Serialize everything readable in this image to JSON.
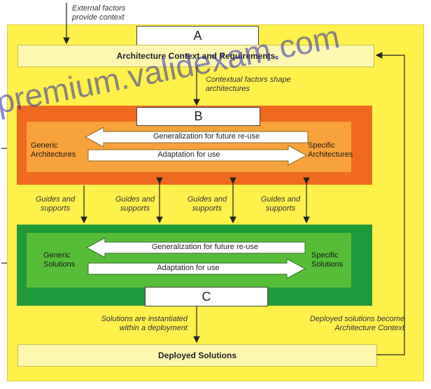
{
  "top_note": "External factors provide context",
  "box_a": "A",
  "context_bar": "Architecture Context and Requirements",
  "context_note": "Contextual factors shape architectures",
  "box_b": "B",
  "architectures": {
    "generic": "Generic Architectures",
    "specific": "Specific Architectures",
    "generalization": "Generalization for future re-use",
    "adaptation": "Adaptation for use"
  },
  "guides": [
    "Guides and supports",
    "Guides and supports",
    "Guides and supports",
    "Guides and supports"
  ],
  "solutions": {
    "generic": "Generic Solutions",
    "specific": "Specific Solutions",
    "generalization": "Generalization for future re-use",
    "adaptation": "Adaptation for use"
  },
  "box_c": "C",
  "instantiated_note": "Solutions are instantiated within a deployment",
  "deployed_note": "Deployed solutions become Architecture Context",
  "deployed_bar": "Deployed Solutions",
  "watermark": "premium.validexam.com",
  "colors": {
    "panel": "#fff04a",
    "orange_outer": "#ef6a1f",
    "orange_inner": "#f7a23a",
    "green_outer": "#1f9a3a",
    "green_inner": "#57bd38",
    "watermark": "#2828aa"
  }
}
